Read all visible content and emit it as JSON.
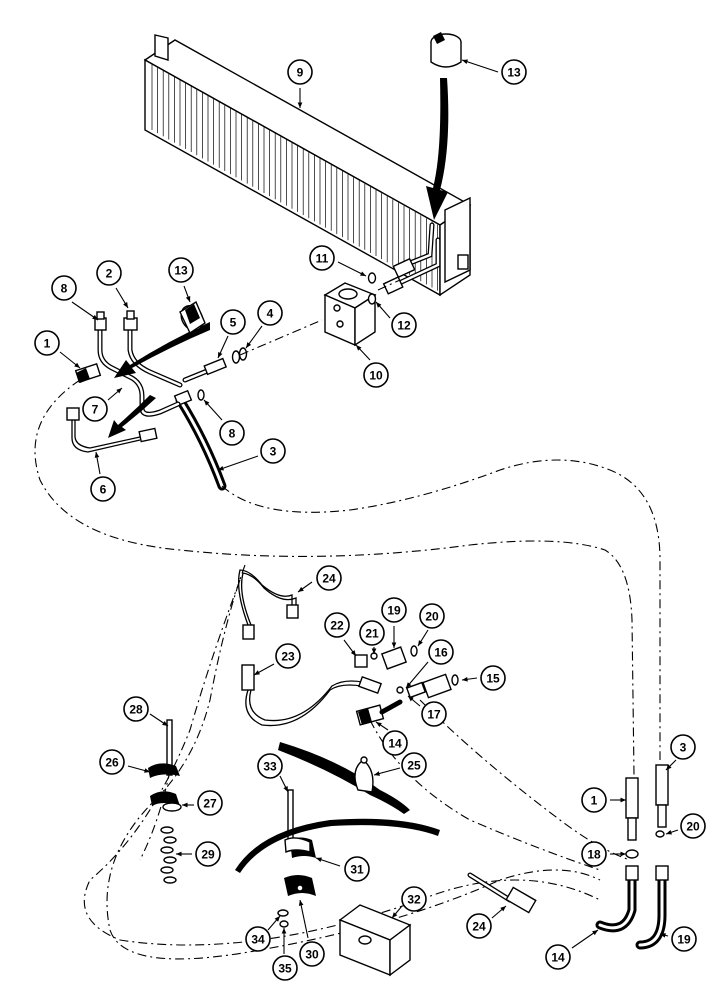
{
  "callouts": [
    {
      "id": "c9",
      "label": "9"
    },
    {
      "id": "c13a",
      "label": "13"
    },
    {
      "id": "c11",
      "label": "11"
    },
    {
      "id": "c12",
      "label": "12"
    },
    {
      "id": "c10",
      "label": "10"
    },
    {
      "id": "c8a",
      "label": "8"
    },
    {
      "id": "c2",
      "label": "2"
    },
    {
      "id": "c13b",
      "label": "13"
    },
    {
      "id": "c5",
      "label": "5"
    },
    {
      "id": "c4",
      "label": "4"
    },
    {
      "id": "c1a",
      "label": "1"
    },
    {
      "id": "c7",
      "label": "7"
    },
    {
      "id": "c8b",
      "label": "8"
    },
    {
      "id": "c3a",
      "label": "3"
    },
    {
      "id": "c6",
      "label": "6"
    },
    {
      "id": "c24a",
      "label": "24"
    },
    {
      "id": "c19a",
      "label": "19"
    },
    {
      "id": "c22",
      "label": "22"
    },
    {
      "id": "c21",
      "label": "21"
    },
    {
      "id": "c20a",
      "label": "20"
    },
    {
      "id": "c23",
      "label": "23"
    },
    {
      "id": "c16",
      "label": "16"
    },
    {
      "id": "c15",
      "label": "15"
    },
    {
      "id": "c17",
      "label": "17"
    },
    {
      "id": "c14a",
      "label": "14"
    },
    {
      "id": "c28",
      "label": "28"
    },
    {
      "id": "c25",
      "label": "25"
    },
    {
      "id": "c3b",
      "label": "3"
    },
    {
      "id": "c26",
      "label": "26"
    },
    {
      "id": "c27",
      "label": "27"
    },
    {
      "id": "c33",
      "label": "33"
    },
    {
      "id": "c1b",
      "label": "1"
    },
    {
      "id": "c20b",
      "label": "20"
    },
    {
      "id": "c29",
      "label": "29"
    },
    {
      "id": "c18",
      "label": "18"
    },
    {
      "id": "c31",
      "label": "31"
    },
    {
      "id": "c32",
      "label": "32"
    },
    {
      "id": "c24b",
      "label": "24"
    },
    {
      "id": "c34",
      "label": "34"
    },
    {
      "id": "c30",
      "label": "30"
    },
    {
      "id": "c35",
      "label": "35"
    },
    {
      "id": "c14b",
      "label": "14"
    },
    {
      "id": "c19b",
      "label": "19"
    }
  ]
}
